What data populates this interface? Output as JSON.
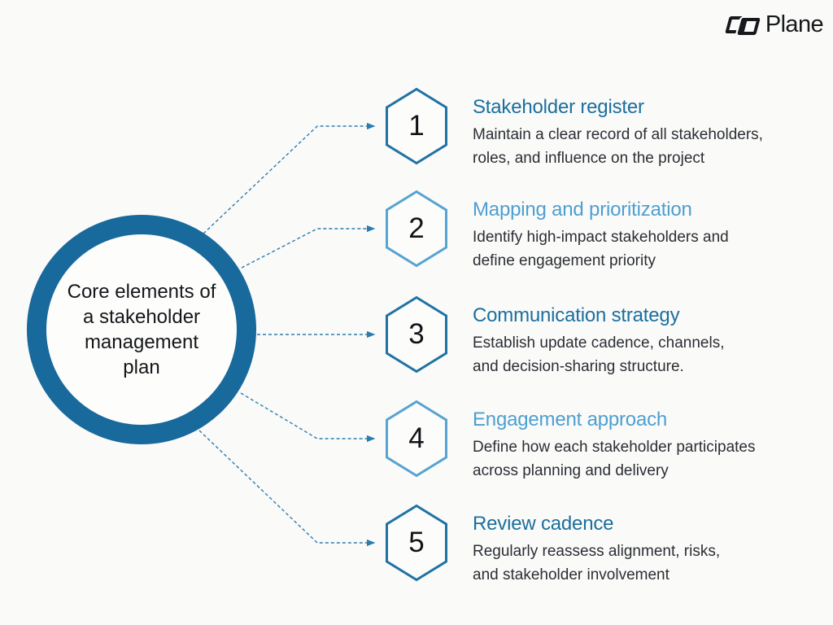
{
  "background": "#fafaf9",
  "brand": {
    "name": "Plane",
    "logo_icon": "plane-logo-icon",
    "color": "#17181c"
  },
  "colors": {
    "dark_accent": "#1b6f9e",
    "light_accent": "#4d9fd0",
    "ring": "#18699c",
    "connector": "#2c7cae",
    "body_text": "#2b2e33"
  },
  "center": {
    "title": "Core elements of a stakeholder management plan",
    "title_lines": [
      "Core elements of",
      "a stakeholder",
      "management",
      "plan"
    ]
  },
  "items": [
    {
      "number": "1",
      "title": "Stakeholder register",
      "description": "Maintain a clear record of all stakeholders,\nroles, and influence on the project",
      "accent": "dark"
    },
    {
      "number": "2",
      "title": "Mapping and prioritization",
      "description": "Identify high-impact stakeholders and\ndefine engagement priority",
      "accent": "light"
    },
    {
      "number": "3",
      "title": "Communication strategy",
      "description": "Establish update cadence, channels,\nand decision-sharing structure.",
      "accent": "dark"
    },
    {
      "number": "4",
      "title": "Engagement approach",
      "description": "Define how each stakeholder participates\nacross planning and delivery",
      "accent": "light"
    },
    {
      "number": "5",
      "title": "Review cadence",
      "description": "Regularly reassess alignment, risks,\nand stakeholder involvement",
      "accent": "dark"
    }
  ]
}
